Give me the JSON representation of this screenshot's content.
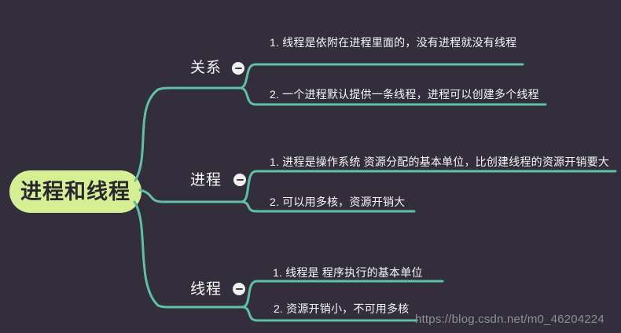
{
  "colors": {
    "background": "#322E3B",
    "connector_line": "#5EC1A6",
    "root_fill": "#D6EF93",
    "root_text": "#2A2731",
    "node_text": "#FAFAFA",
    "watermark_text": "#8F8F96",
    "collapse_icon_fill": "#F2F2F2"
  },
  "root": {
    "label": "进程和线程"
  },
  "branches": [
    {
      "label": "关系",
      "icon": "collapse-minus-icon",
      "children": [
        {
          "text": "1. 线程是依附在进程里面的，没有进程就没有线程"
        },
        {
          "text": "2. 一个进程默认提供一条线程，进程可以创建多个线程"
        }
      ]
    },
    {
      "label": "进程",
      "icon": "collapse-minus-icon",
      "children": [
        {
          "text": "1. 进程是操作系统 资源分配的基本单位，比创建线程的资源开销要大"
        },
        {
          "text": "2. 可以用多核，资源开销大"
        }
      ]
    },
    {
      "label": "线程",
      "icon": "collapse-minus-icon",
      "children": [
        {
          "text": "1. 线程是 程序执行的基本单位"
        },
        {
          "text": "2. 资源开销小，不可用多核"
        }
      ]
    }
  ],
  "watermark": {
    "text": "https://blog.csdn.net/m0_46204224"
  }
}
